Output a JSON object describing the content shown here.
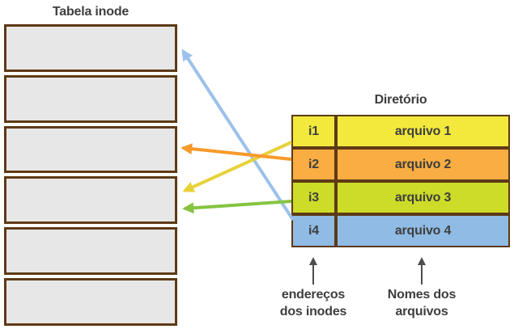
{
  "inode_table": {
    "title": "Tabela inode",
    "row_count": 6,
    "rows": [
      "",
      "",
      "",
      "",
      "",
      ""
    ],
    "fill_color": "#e7e7e7",
    "border_color": "#5d3a16"
  },
  "directory": {
    "title": "Diretório",
    "rows": [
      {
        "inode": "i1",
        "file": "arquivo 1",
        "color": "#f2e93c"
      },
      {
        "inode": "i2",
        "file": "arquivo 2",
        "color": "#f9ad42"
      },
      {
        "inode": "i3",
        "file": "arquivo 3",
        "color": "#cddc29"
      },
      {
        "inode": "i4",
        "file": "arquivo 4",
        "color": "#90bbe5"
      }
    ]
  },
  "links": [
    {
      "from": "i1",
      "to": "inode-row-4",
      "color": "#e8d23a"
    },
    {
      "from": "i2",
      "to": "inode-row-3",
      "color": "#f79a2b"
    },
    {
      "from": "i3",
      "to": "inode-row-4",
      "color": "#85c440"
    },
    {
      "from": "i4",
      "to": "inode-row-1",
      "color": "#9cc1ea"
    }
  ],
  "annotations": {
    "inode_addresses": {
      "line1": "endereços",
      "line2": "dos inodes"
    },
    "file_names": {
      "line1": "Nomes dos",
      "line2": "arquivos"
    },
    "arrow_color": "#4d4d4d"
  },
  "text_color": "#3e3e3e"
}
